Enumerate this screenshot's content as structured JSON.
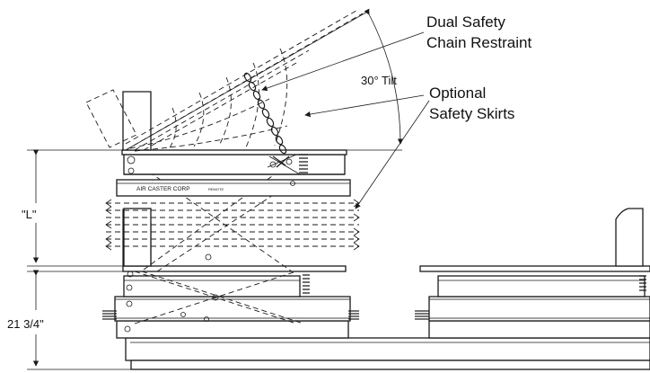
{
  "labels": {
    "dual_safety_line1": "Dual Safety",
    "dual_safety_line2": "Chain Restraint",
    "tilt": "30° Tilt",
    "optional_line1": "Optional",
    "optional_line2": "Safety Skirts",
    "dim_l": "\"L\"",
    "dim_height": "21 3/4\"",
    "brand": "AIR CASTER CORP",
    "brand_small": "REMOTE"
  },
  "colors": {
    "line": "#1a1a1a",
    "background": "#ffffff"
  },
  "tilt_angle_deg": 30
}
